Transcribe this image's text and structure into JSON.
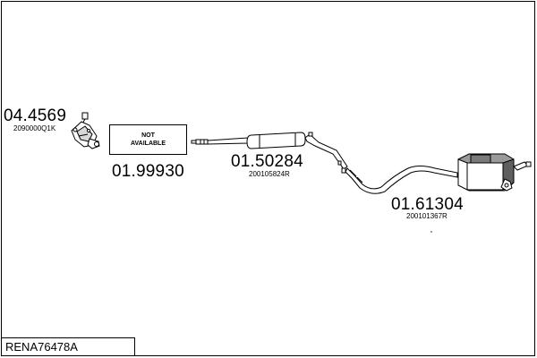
{
  "diagram": {
    "assembly_code": "RENA76478A",
    "not_available_box": {
      "line1": "NOT",
      "line2": "AVAILABLE"
    },
    "parts": [
      {
        "id": "front-catalyst",
        "part_number": "04.4569",
        "oe_reference": "2090000Q1K"
      },
      {
        "id": "intermediate-part",
        "part_number": "01.99930",
        "oe_reference": ""
      },
      {
        "id": "center-silencer",
        "part_number": "01.50284",
        "oe_reference": "200105824R"
      },
      {
        "id": "rear-silencer",
        "part_number": "01.61304",
        "oe_reference": "200101367R"
      }
    ],
    "colors": {
      "line": "#000000",
      "part_fill": "#ffffff",
      "shadow": "#8a8a8a"
    }
  }
}
